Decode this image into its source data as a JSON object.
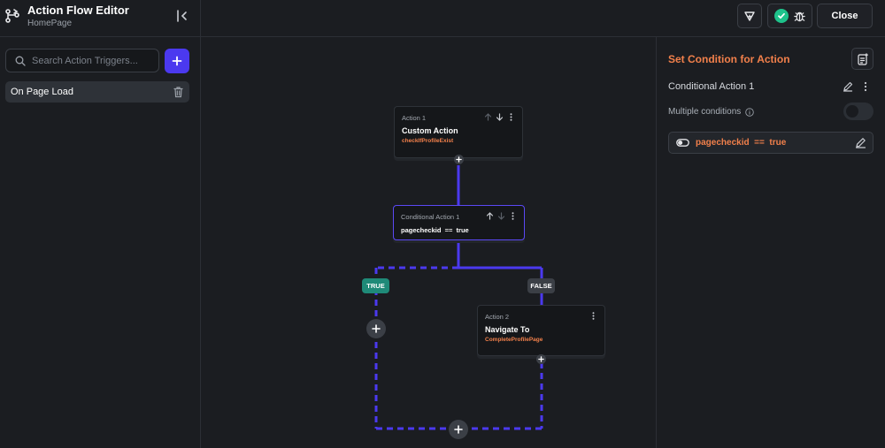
{
  "header": {
    "title": "Action Flow Editor",
    "subtitle": "HomePage",
    "icons": {
      "app": "branch-flow-icon",
      "collapse": "collapse-panel-icon",
      "sparkle": "sparkle-icon",
      "validate": "check-circle-icon",
      "debug": "bug-icon"
    },
    "close_label": "Close"
  },
  "sidebar": {
    "search_placeholder": "Search Action Triggers...",
    "triggers": [
      {
        "label": "On Page Load"
      }
    ]
  },
  "flow": {
    "node1": {
      "kind": "Action 1",
      "title": "Custom Action",
      "subtitle": "checkIfProfileExist"
    },
    "node2": {
      "kind": "Conditional Action 1",
      "condition": "pagecheckid  ==  true"
    },
    "node3": {
      "kind": "Action 2",
      "title": "Navigate To",
      "subtitle": "CompleteProfilePage"
    },
    "true_label": "TRUE",
    "false_label": "FALSE"
  },
  "right_panel": {
    "title": "Set Condition for Action",
    "action_name": "Conditional Action 1",
    "multiple_conditions_label": "Multiple conditions",
    "multiple_conditions_enabled": false,
    "condition_text": "pagecheckid  ==  true"
  },
  "colors": {
    "accent": "#4b39ef",
    "orange": "#f2804b",
    "true_badge": "#1f8a78",
    "success": "#1ec28b",
    "background": "#1b1d21"
  }
}
